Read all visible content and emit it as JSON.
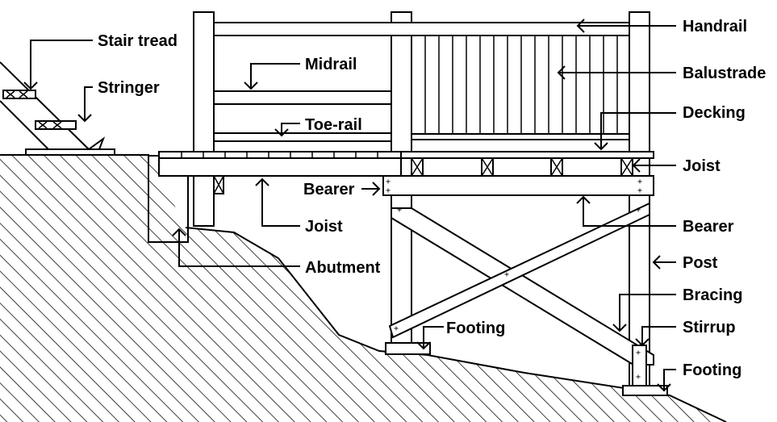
{
  "labels": {
    "stair_tread": "Stair tread",
    "stringer": "Stringer",
    "midrail": "Midrail",
    "toe_rail": "Toe-rail",
    "bearer_left": "Bearer",
    "joist_left": "Joist",
    "abutment": "Abutment",
    "footing_left": "Footing",
    "handrail": "Handrail",
    "balustrade": "Balustrade",
    "decking": "Decking",
    "joist_right": "Joist",
    "bearer_right": "Bearer",
    "post": "Post",
    "bracing": "Bracing",
    "stirrup": "Stirrup",
    "footing_right": "Footing"
  },
  "colors": {
    "ink": "#000000",
    "paper": "#ffffff"
  }
}
